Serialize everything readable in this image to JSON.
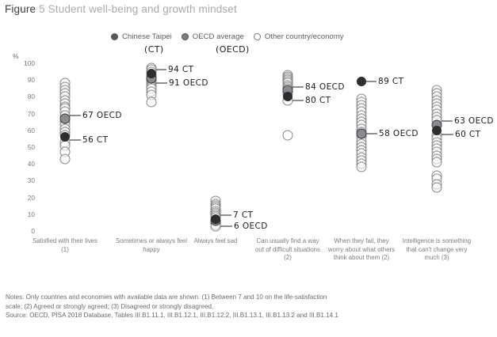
{
  "title": {
    "prefix": "Figure",
    "number": "5",
    "text": "Student well-being and growth mindset"
  },
  "legend": {
    "items": [
      {
        "label": "Chinese Taipei",
        "marker": "filled-dot-icon"
      },
      {
        "label": "OECD average",
        "marker": "oecd-dot-icon"
      },
      {
        "label": "Other country/economy",
        "marker": "hollow-dot-icon"
      }
    ],
    "annotations": {
      "ct": "(CT)",
      "oecd": "(OECD)"
    }
  },
  "axis": {
    "unit": "%",
    "ticks": [
      "100",
      "90",
      "80",
      "70",
      "60",
      "50",
      "40",
      "30",
      "20",
      "10",
      "0"
    ],
    "min": 0,
    "max": 100
  },
  "notes": [
    "Notes: Only countries and economies with available data are shown. (1) Between 7 and 10 on the life-satisfaction",
    "scale; (2) Agreed or strongly agreed; (3) Disagreed or strongly disagreed.",
    "Source: OECD, PISA 2018 Database, Tables III.B1.11.1, III.B1.12.1, III.B1.12.2, III.B1.13.1, III.B1.13.2 and III.B1.14.1"
  ],
  "chart_data": {
    "type": "scatter",
    "title": "Figure 5  Student well-being and growth mindset",
    "xlabel": "",
    "ylabel": "%",
    "ylim": [
      0,
      100
    ],
    "grid": false,
    "legend_position": "top",
    "categories": [
      "Satisfied with their lives (1)",
      "Sometimes or always feel happy",
      "Always feel sad",
      "Can usually find a way out of difficult situations (2)",
      "When they fail, they worry about what others think about them (2)",
      "Intelligence is something that can't change very much (3)"
    ],
    "series": [
      {
        "name": "Chinese Taipei",
        "key": "CT",
        "values": [
          56,
          94,
          7,
          80,
          89,
          60
        ]
      },
      {
        "name": "OECD average",
        "key": "OECD",
        "values": [
          67,
          91,
          6,
          84,
          58,
          63
        ]
      }
    ],
    "columns": [
      {
        "label": "Satisfied with their lives (1)",
        "ct": 56,
        "oecd": 67,
        "ct_annotation": "56 CT",
        "oecd_annotation": "67 OECD",
        "others": [
          88,
          86,
          84,
          82,
          80,
          78,
          76,
          74,
          73,
          71,
          69,
          65,
          63,
          61,
          59,
          57,
          53,
          51,
          47,
          43
        ]
      },
      {
        "label": "Sometimes or always feel happy",
        "ct": 94,
        "oecd": 91,
        "ct_annotation": "94 CT",
        "oecd_annotation": "91 OECD",
        "others": [
          97,
          96,
          95,
          93,
          92,
          90,
          89,
          88,
          87,
          86,
          85,
          83,
          81,
          77
        ]
      },
      {
        "label": "Always feel sad",
        "ct": 7,
        "oecd": 6,
        "ct_annotation": "7 CT",
        "oecd_annotation": "6 OECD",
        "others": [
          18,
          16,
          15,
          14,
          13,
          12,
          11,
          10,
          9,
          8,
          5,
          4,
          3
        ]
      },
      {
        "label": "Can usually find a way out of difficult situations (2)",
        "ct": 80,
        "oecd": 84,
        "ct_annotation": "80 CT",
        "oecd_annotation": "84 OECD",
        "others": [
          93,
          92,
          91,
          90,
          89,
          88,
          87,
          86,
          85,
          83,
          82,
          78,
          57
        ]
      },
      {
        "label": "When they fail, they worry about what others think about them (2)",
        "ct": 89,
        "oecd": 58,
        "ct_annotation": "89 CT",
        "oecd_annotation": "58 OECD",
        "others": [
          79,
          77,
          75,
          73,
          71,
          69,
          67,
          65,
          63,
          61,
          59,
          56,
          54,
          52,
          50,
          48,
          46,
          44,
          42,
          40,
          38
        ]
      },
      {
        "label": "Intelligence is something that can't change very much (3)",
        "ct": 60,
        "oecd": 63,
        "ct_annotation": "60 CT",
        "oecd_annotation": "63 OECD",
        "others": [
          84,
          82,
          80,
          78,
          76,
          74,
          72,
          70,
          68,
          66,
          57,
          55,
          53,
          51,
          49,
          47,
          45,
          43,
          41,
          33,
          31,
          28,
          26
        ]
      }
    ]
  }
}
